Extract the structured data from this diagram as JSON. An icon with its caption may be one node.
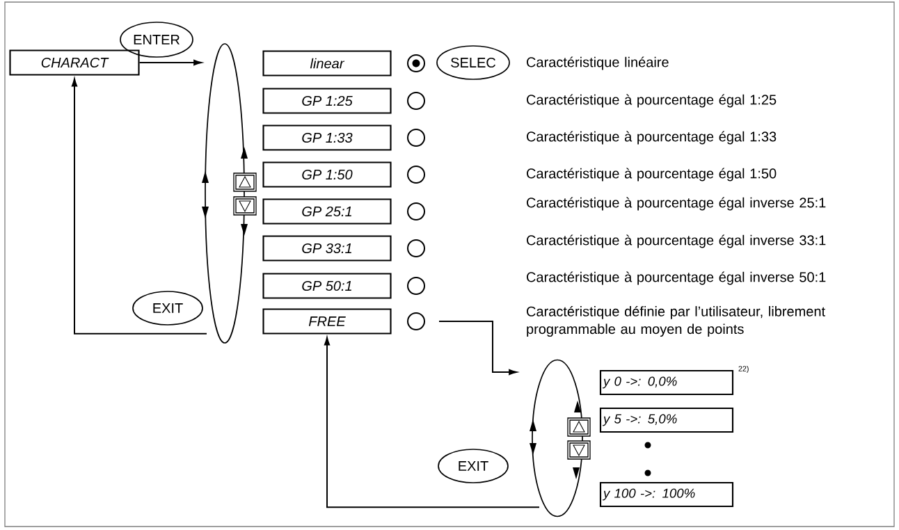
{
  "diagram": {
    "nodes": [
      {
        "text": [
          "CHARACT"
        ]
      },
      {
        "text": [
          "ENTER"
        ]
      },
      {
        "text": [],
        "shape": "ellipse"
      },
      {
        "text": [
          "linear"
        ]
      },
      {
        "text": [
          "GP 1:25"
        ]
      },
      {
        "text": [
          "GP 1:33"
        ]
      },
      {
        "text": [
          "GP 1:50"
        ]
      },
      {
        "text": [
          "GP 25:1"
        ]
      },
      {
        "text": [
          "GP 33:1"
        ]
      },
      {
        "text": [
          "GP 50:1"
        ]
      },
      {
        "text": [
          "FREE"
        ]
      },
      {
        "text": [],
        "shape": "circle"
      },
      {
        "text": [],
        "shape": "circle"
      },
      {
        "text": [],
        "shape": "circle"
      },
      {
        "text": [],
        "shape": "circle"
      },
      {
        "text": [],
        "shape": "circle"
      },
      {
        "text": [],
        "shape": "circle"
      },
      {
        "text": [],
        "shape": "circle"
      },
      {
        "text": [],
        "shape": "circle"
      },
      {
        "text": [
          "SELEC"
        ]
      },
      {
        "text": [
          "EXIT"
        ]
      },
      {
        "text": [],
        "shape": "ellipse"
      },
      {
        "text": [
          "y 0 ->: 0,0%"
        ],
        "beside": [
          "22)"
        ]
      },
      {
        "text": [
          "y 5 ->: 5,0%"
        ]
      },
      {
        "text": [
          "y 100 ->: 100%"
        ]
      },
      {
        "text": [
          "EXIT"
        ]
      }
    ],
    "edges": [
      {
        "from": 0,
        "to": 2,
        "arrow": "to"
      },
      {
        "from": 2,
        "to": 0,
        "arrow": "to"
      },
      {
        "from": 18,
        "to": 21,
        "arrow": "to"
      },
      {
        "from": 21,
        "to": 10,
        "arrow": "to"
      }
    ],
    "labels": [
      "Caractéristique linéaire",
      "Caractéristique à pourcentage égal 1:25",
      "Caractéristique à pourcentage égal 1:33",
      "Caractéristique à pourcentage égal 1:50",
      "Caractéristique à pourcentage égal inverse 25:1",
      "Caractéristique à pourcentage égal inverse 33:1",
      "Caractéristique à pourcentage égal inverse 50:1",
      "Caractéristique définie par l’utilisateur, librement programmable au moyen de points"
    ]
  }
}
